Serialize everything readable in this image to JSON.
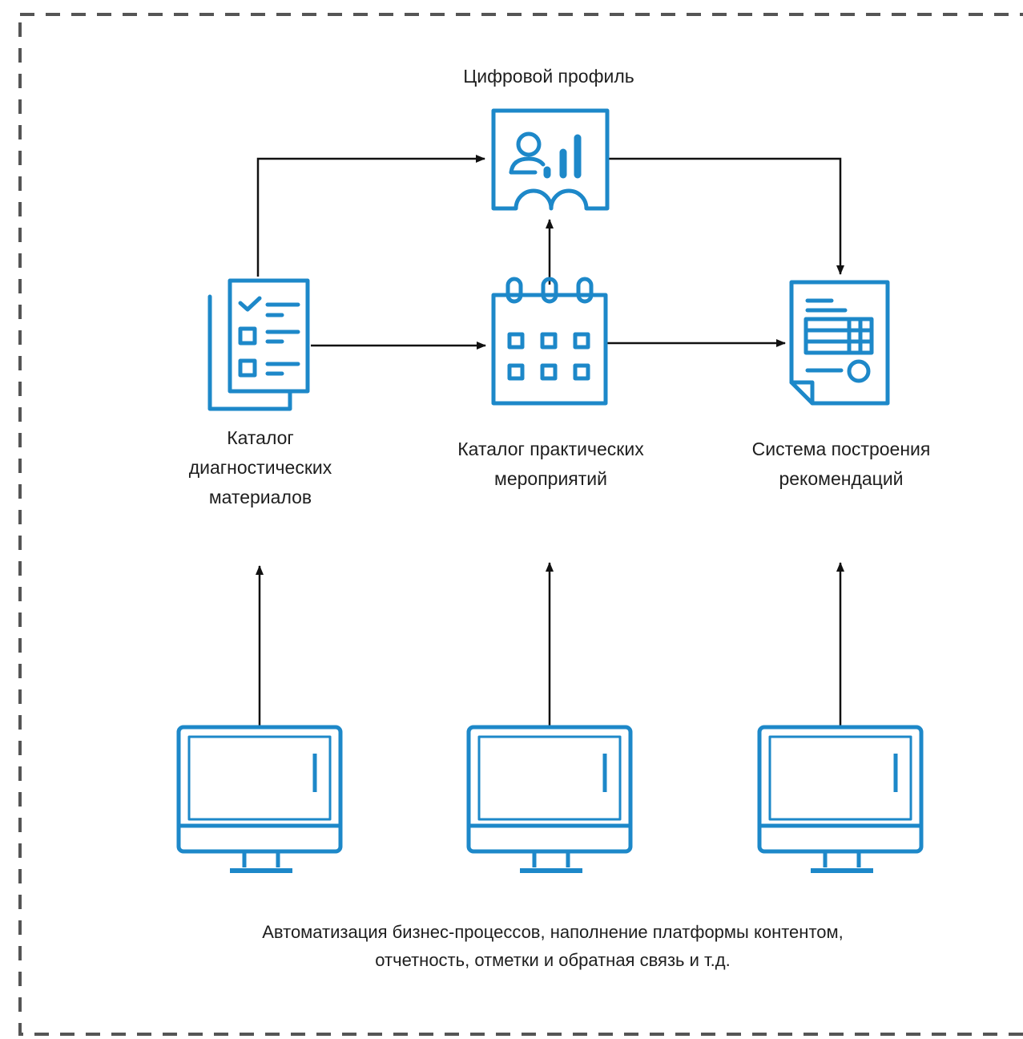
{
  "diagram": {
    "top_node": {
      "label": "Цифровой профиль",
      "icon": "digital-profile-icon"
    },
    "nodes": [
      {
        "label": "Каталог\nдиагностических\nматериалов",
        "icon": "checklist-documents-icon"
      },
      {
        "label": "Каталог практических\nмероприятий",
        "icon": "calendar-icon"
      },
      {
        "label": "Система построения\nрекомендаций",
        "icon": "report-document-icon"
      }
    ],
    "monitors": [
      {
        "icon": "monitor-icon"
      },
      {
        "icon": "monitor-icon"
      },
      {
        "icon": "monitor-icon"
      }
    ],
    "footer": "Автоматизация бизнес-процессов, наполнение платформы контентом,\nотчетность, отметки и обратная связь и т.д.",
    "colors": {
      "accent": "#1d88c9",
      "line": "#111111",
      "border": "#555555"
    }
  }
}
